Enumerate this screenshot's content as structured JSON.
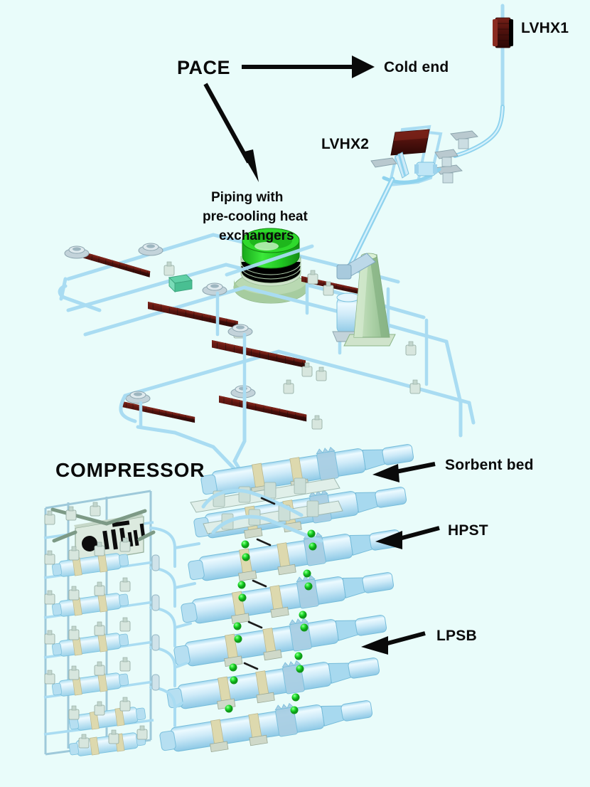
{
  "figure": {
    "background_color": "#e9fcfa",
    "subject": "PACE sorption cryocooler assembly cutaway illustration"
  },
  "labels": {
    "pace": "PACE",
    "cold_end": "Cold end",
    "lvhx1": "LVHX1",
    "lvhx2": "LVHX2",
    "piping_line1": "Piping with",
    "piping_line2": "pre-cooling heat",
    "piping_line3": "exchangers",
    "compressor": "COMPRESSOR",
    "sorbent_bed": "Sorbent bed",
    "hpst": "HPST",
    "lpsb": "LPSB"
  },
  "colors": {
    "background": "#e9fcfa",
    "pipe_light": "#bfe9f7",
    "pipe_mid": "#8fd3ee",
    "pipe_edge": "#5cb8dd",
    "heat_exchanger": "#5a1410",
    "heat_exchanger_dark": "#3d0c09",
    "cylinder_body": "#c9e8f6",
    "cylinder_shade": "#9ed3ec",
    "strap_tan": "#ddd9ae",
    "indicator_green": "#22dd33",
    "reel_green": "#23cc25",
    "pedestal_green": "#bfdcba",
    "frame_grey": "#d9e7e1",
    "metal_grey": "#a8bdc4",
    "label_black": "#0a0a0a"
  },
  "callouts": [
    {
      "id": "pace",
      "label": "PACE",
      "arrow": "right"
    },
    {
      "id": "cold-end",
      "label": "Cold end",
      "arrow": "none"
    },
    {
      "id": "piping",
      "label": "Piping with pre-cooling heat exchangers",
      "arrow": "down-right"
    },
    {
      "id": "lvhx1",
      "label": "LVHX1",
      "arrow": "none"
    },
    {
      "id": "lvhx2",
      "label": "LVHX2",
      "arrow": "none"
    },
    {
      "id": "compressor",
      "label": "COMPRESSOR",
      "arrow": "none"
    },
    {
      "id": "sorbent-bed",
      "label": "Sorbent bed",
      "arrow": "left"
    },
    {
      "id": "hpst",
      "label": "HPST",
      "arrow": "left"
    },
    {
      "id": "lpsb",
      "label": "LPSB",
      "arrow": "left"
    }
  ],
  "components": {
    "heat_exchanger_count": 6,
    "sorbent_bed_rows": 8,
    "indicator_dots": "green",
    "reel": "green cylindrical coil",
    "pedestal": "tapered pale green support tower"
  }
}
